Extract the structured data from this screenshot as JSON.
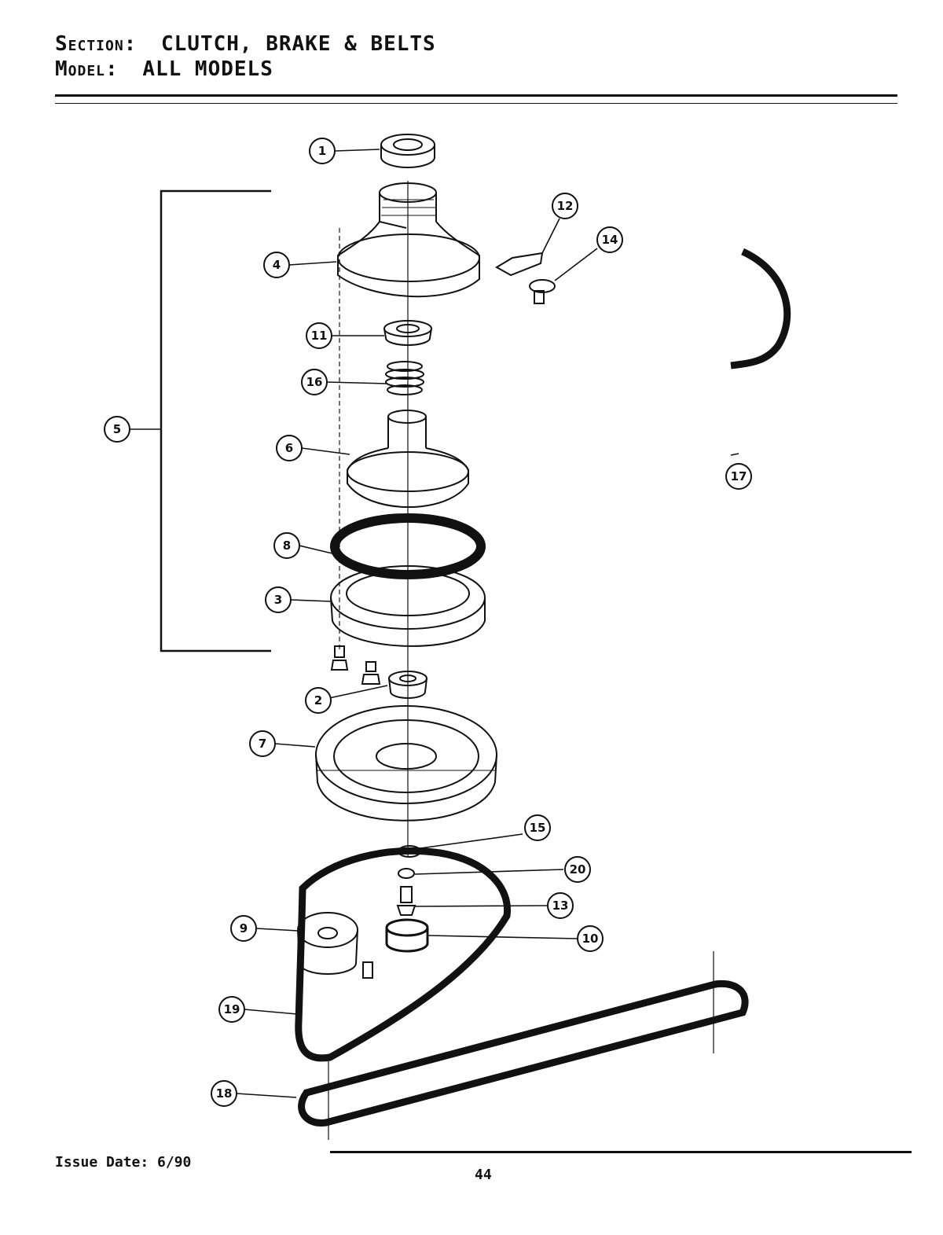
{
  "header": {
    "section_label": "Section:",
    "section_value": "CLUTCH, BRAKE & BELTS",
    "model_label": "Model:",
    "model_value": "ALL MODELS"
  },
  "callouts": [
    "1",
    "2",
    "3",
    "4",
    "5",
    "6",
    "7",
    "8",
    "9",
    "10",
    "11",
    "12",
    "13",
    "14",
    "15",
    "16",
    "17",
    "18",
    "19",
    "20"
  ],
  "footer": {
    "issue_date": "Issue Date: 6/90",
    "page_number": "44"
  },
  "colors": {
    "ink": "#111111",
    "paper": "#ffffff"
  }
}
